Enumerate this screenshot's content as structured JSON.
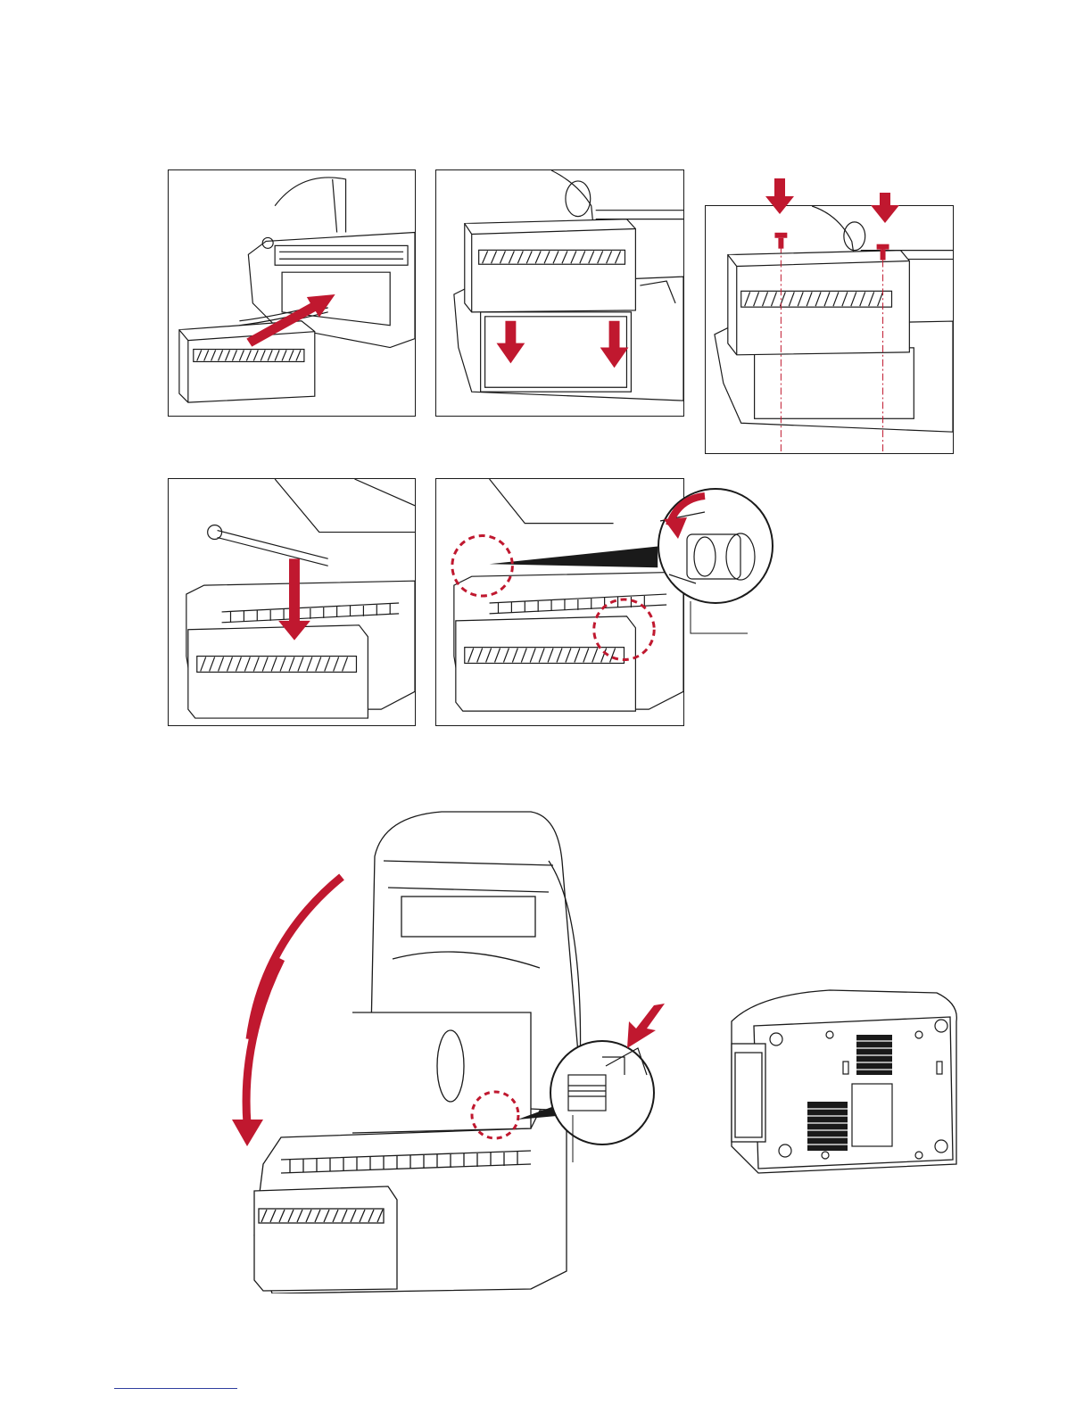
{
  "colors": {
    "arrow": "#c0182f",
    "line": "#1a1a1a",
    "fill": "#ffffff",
    "footer_rule": "#2f3f9f"
  },
  "steps": [
    {
      "name": "step-1-insert-cutter-module",
      "icon": "red-arrow-icon"
    },
    {
      "name": "step-2-lower-cutter-module",
      "icon": "red-arrow-icon"
    },
    {
      "name": "step-3-fasten-screws",
      "icon": "screw-icon"
    },
    {
      "name": "step-4-insert-platen-roller",
      "icon": "red-arrow-icon"
    },
    {
      "name": "step-5-lock-roller-clips",
      "icon": "dashed-circle-icon"
    }
  ],
  "figures": [
    {
      "name": "printer-open-close-illustration",
      "icon": "curved-arrow-icon"
    },
    {
      "name": "printer-bottom-view-illustration",
      "icon": "vent-icon"
    }
  ]
}
